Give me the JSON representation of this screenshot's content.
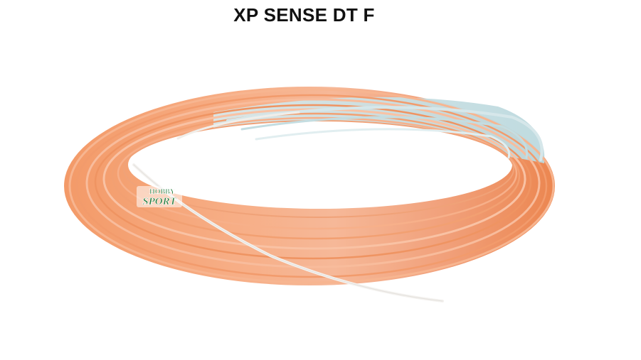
{
  "product": {
    "title": "XP SENSE DT F"
  },
  "watermark": {
    "line1": "HOBBY",
    "line2": "SPORT",
    "color": "#1f7a3a"
  },
  "colors": {
    "line_orange": "#f7a77b",
    "line_orange_dark": "#ec8a55",
    "line_blue": "#cde3e6",
    "line_white": "#f3f1ee",
    "title": "#111111"
  }
}
